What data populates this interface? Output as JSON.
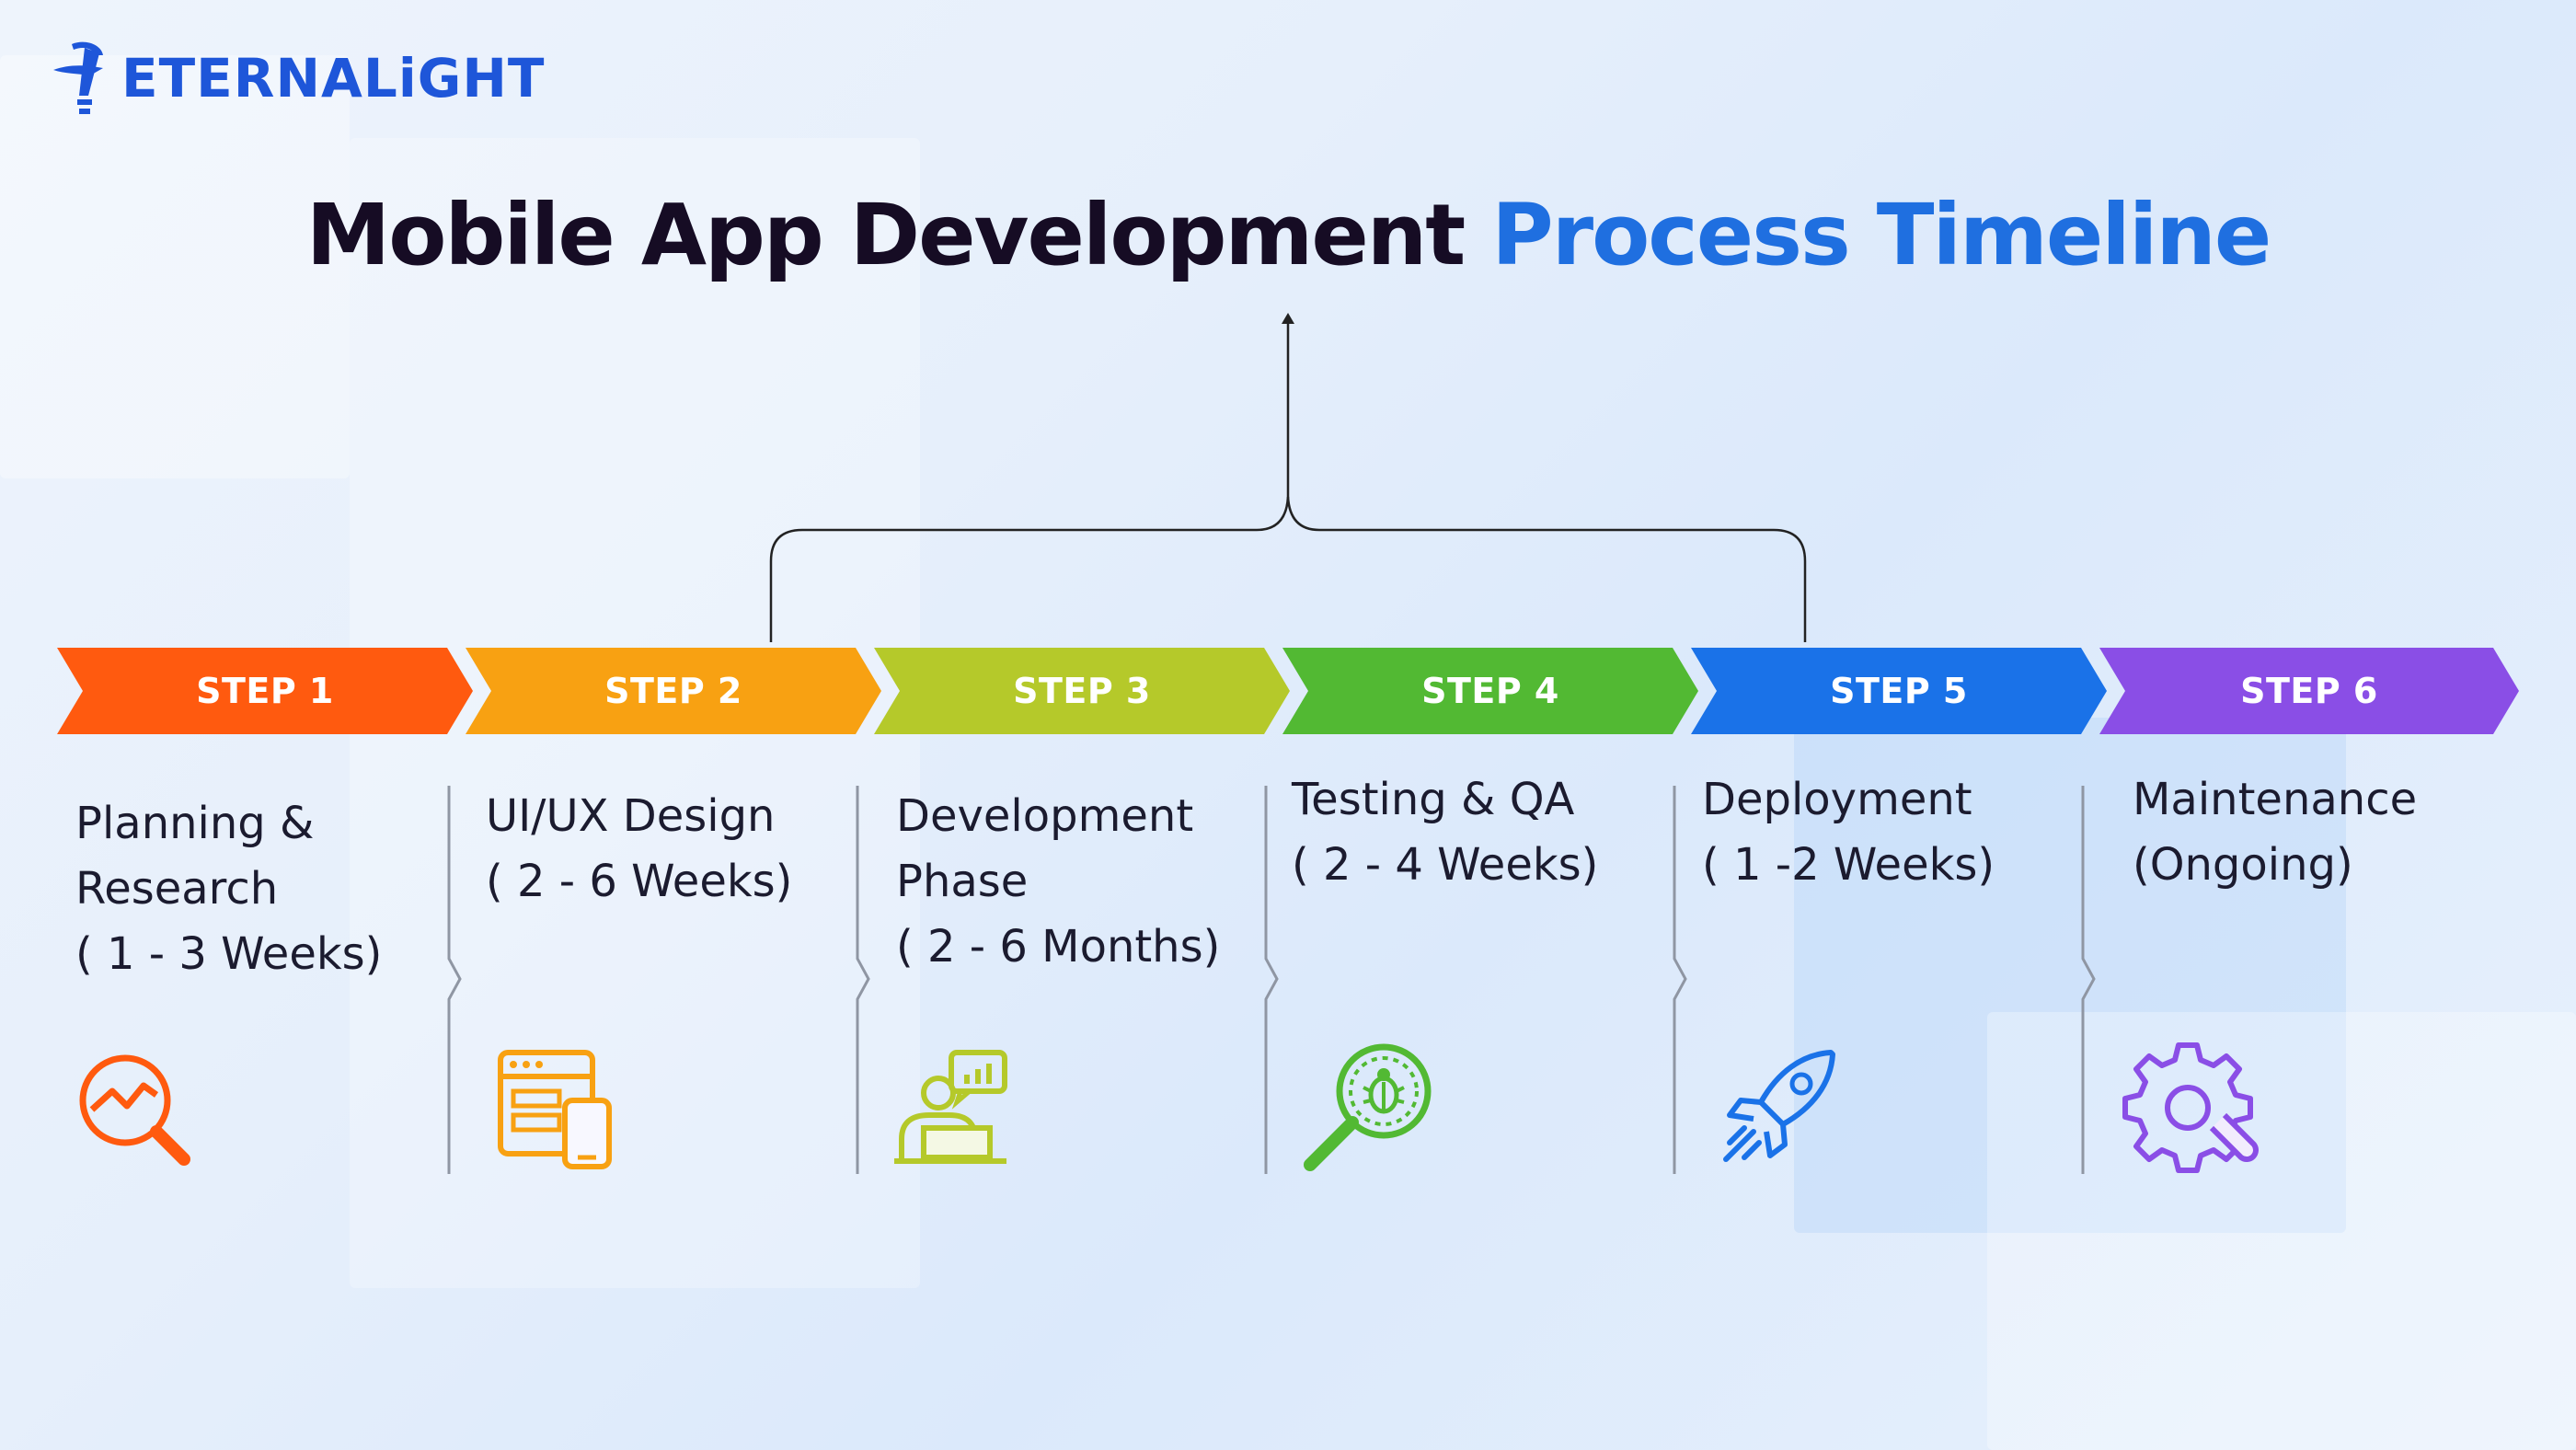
{
  "brand": {
    "name": "ETERNALiGHT"
  },
  "title": {
    "part1": "Mobile App Development",
    "part2": "Process Timeline"
  },
  "colors": {
    "title_dark": "#160c24",
    "title_accent": "#1f6fe0",
    "step1": "#ff5a0f",
    "step2": "#f8a112",
    "step3": "#b5c92a",
    "step4": "#52b933",
    "step5": "#1a72e8",
    "step6": "#8a4ee6"
  },
  "steps": [
    {
      "label": "STEP 1",
      "lines": [
        "Planning &",
        "Research",
        "( 1 - 3 Weeks)"
      ],
      "icon": "analysis-magnifier-icon"
    },
    {
      "label": "STEP 2",
      "lines": [
        "UI/UX Design",
        "( 2 - 6 Weeks)"
      ],
      "icon": "responsive-design-icon"
    },
    {
      "label": "STEP 3",
      "lines": [
        "Development",
        "Phase",
        "( 2 - 6 Months)"
      ],
      "icon": "developer-at-desk-icon"
    },
    {
      "label": "STEP 4",
      "lines": [
        "Testing & QA",
        "( 2 - 4 Weeks)"
      ],
      "icon": "bug-magnifier-icon"
    },
    {
      "label": "STEP 5",
      "lines": [
        "Deployment",
        "( 1 -2 Weeks)"
      ],
      "icon": "rocket-icon"
    },
    {
      "label": "STEP 6",
      "lines": [
        "Maintenance",
        "(Ongoing)"
      ],
      "icon": "gear-wrench-icon"
    }
  ]
}
